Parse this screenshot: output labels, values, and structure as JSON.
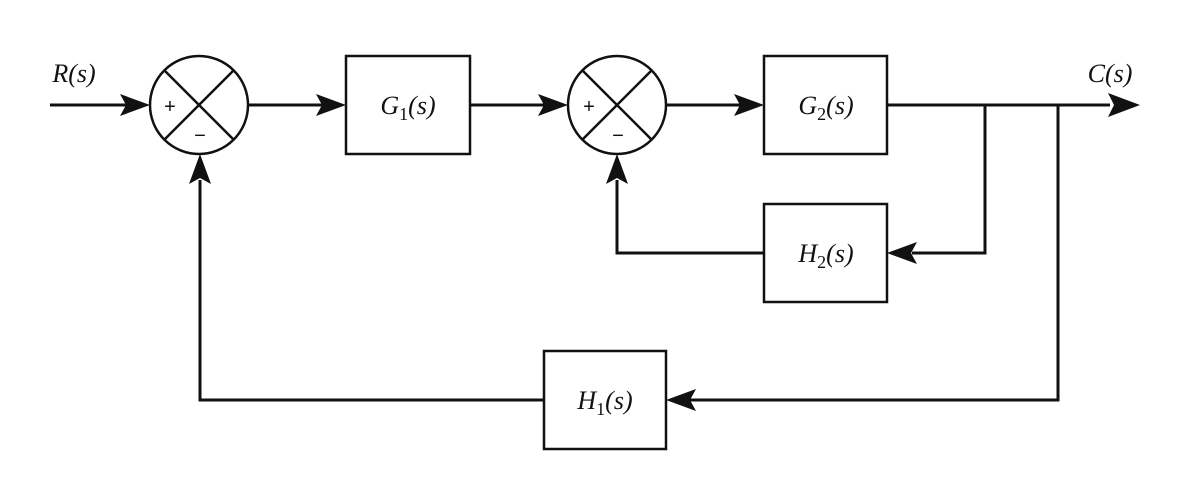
{
  "signals": {
    "input": "R(s)",
    "output": "C(s)"
  },
  "blocks": {
    "g1": {
      "name": "G",
      "sub": "1",
      "arg": "(s)"
    },
    "g2": {
      "name": "G",
      "sub": "2",
      "arg": "(s)"
    },
    "h1": {
      "name": "H",
      "sub": "1",
      "arg": "(s)"
    },
    "h2": {
      "name": "H",
      "sub": "2",
      "arg": "(s)"
    }
  },
  "summing_junctions": {
    "sum1": {
      "plus": "+",
      "minus": "−"
    },
    "sum2": {
      "plus": "+",
      "minus": "−"
    }
  }
}
